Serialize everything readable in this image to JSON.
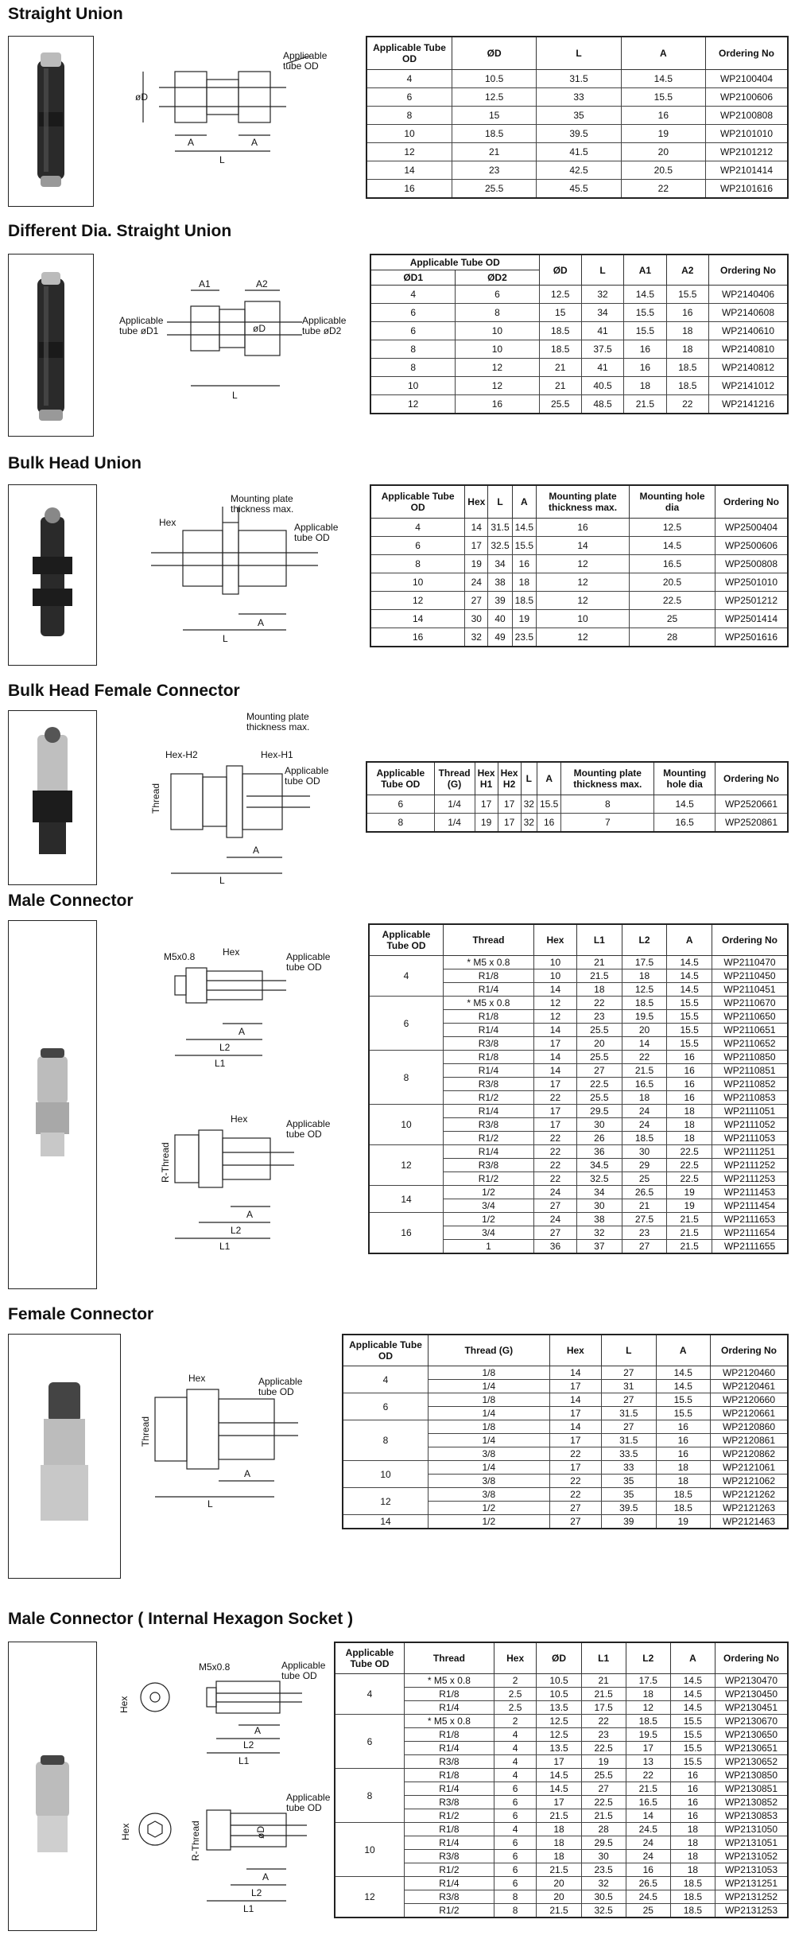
{
  "sections": [
    {
      "title": "Straight Union",
      "labels": {
        "tube": "Applicable\ntube OD",
        "d": "øD",
        "a": "A",
        "l": "L"
      },
      "headers": [
        "Applicable Tube OD",
        "ØD",
        "L",
        "A",
        "Ordering No"
      ],
      "rows": [
        [
          "4",
          "10.5",
          "31.5",
          "14.5",
          "WP2100404"
        ],
        [
          "6",
          "12.5",
          "33",
          "15.5",
          "WP2100606"
        ],
        [
          "8",
          "15",
          "35",
          "16",
          "WP2100808"
        ],
        [
          "10",
          "18.5",
          "39.5",
          "19",
          "WP2101010"
        ],
        [
          "12",
          "21",
          "41.5",
          "20",
          "WP2101212"
        ],
        [
          "14",
          "23",
          "42.5",
          "20.5",
          "WP2101414"
        ],
        [
          "16",
          "25.5",
          "45.5",
          "22",
          "WP2101616"
        ]
      ]
    },
    {
      "title": "Different Dia. Straight Union",
      "labels": {
        "d1": "Applicable\ntube  øD1",
        "d2": "Applicable\ntube  øD2",
        "a1": "A1",
        "a2": "A2",
        "d": "øD",
        "l": "L"
      },
      "group_header": "Applicable Tube OD",
      "headers": [
        "ØD1",
        "ØD2",
        "ØD",
        "L",
        "A1",
        "A2",
        "Ordering No"
      ],
      "rows": [
        [
          "4",
          "6",
          "12.5",
          "32",
          "14.5",
          "15.5",
          "WP2140406"
        ],
        [
          "6",
          "8",
          "15",
          "34",
          "15.5",
          "16",
          "WP2140608"
        ],
        [
          "6",
          "10",
          "18.5",
          "41",
          "15.5",
          "18",
          "WP2140610"
        ],
        [
          "8",
          "10",
          "18.5",
          "37.5",
          "16",
          "18",
          "WP2140810"
        ],
        [
          "8",
          "12",
          "21",
          "41",
          "16",
          "18.5",
          "WP2140812"
        ],
        [
          "10",
          "12",
          "21",
          "40.5",
          "18",
          "18.5",
          "WP2141012"
        ],
        [
          "12",
          "16",
          "25.5",
          "48.5",
          "21.5",
          "22",
          "WP2141216"
        ]
      ]
    },
    {
      "title": "Bulk Head Union",
      "labels": {
        "hex": "Hex",
        "plate": "Mounting plate\nthickness max.",
        "tube": "Applicable\ntube OD",
        "a": "A",
        "l": "L"
      },
      "headers": [
        "Applicable Tube OD",
        "Hex",
        "L",
        "A",
        "Mounting plate thickness max.",
        "Mounting hole dia",
        "Ordering No"
      ],
      "rows": [
        [
          "4",
          "14",
          "31.5",
          "14.5",
          "16",
          "12.5",
          "WP2500404"
        ],
        [
          "6",
          "17",
          "32.5",
          "15.5",
          "14",
          "14.5",
          "WP2500606"
        ],
        [
          "8",
          "19",
          "34",
          "16",
          "12",
          "16.5",
          "WP2500808"
        ],
        [
          "10",
          "24",
          "38",
          "18",
          "12",
          "20.5",
          "WP2501010"
        ],
        [
          "12",
          "27",
          "39",
          "18.5",
          "12",
          "22.5",
          "WP2501212"
        ],
        [
          "14",
          "30",
          "40",
          "19",
          "10",
          "25",
          "WP2501414"
        ],
        [
          "16",
          "32",
          "49",
          "23.5",
          "12",
          "28",
          "WP2501616"
        ]
      ]
    },
    {
      "title": "Bulk Head Female Connector",
      "labels": {
        "plate": "Mounting plate\nthickness max.",
        "hex2": "Hex-H2",
        "hex1": "Hex-H1",
        "tube": "Applicable\ntube OD",
        "thread": "Thread",
        "a": "A",
        "l": "L"
      },
      "headers": [
        "Applicable Tube OD",
        "Thread (G)",
        "Hex H1",
        "Hex H2",
        "L",
        "A",
        "Mounting plate thickness max.",
        "Mounting hole dia",
        "Ordering No"
      ],
      "rows": [
        [
          "6",
          "1/4",
          "17",
          "17",
          "32",
          "15.5",
          "8",
          "14.5",
          "WP2520661"
        ],
        [
          "8",
          "1/4",
          "19",
          "17",
          "32",
          "16",
          "7",
          "16.5",
          "WP2520861"
        ]
      ]
    },
    {
      "title": "Male Connector",
      "labels": {
        "m5": "M5x0.8",
        "hex": "Hex",
        "tube": "Applicable\ntube OD",
        "a": "A",
        "l2": "L2",
        "l1": "L1",
        "rthread": "R-Thread"
      },
      "headers": [
        "Applicable Tube OD",
        "Thread",
        "Hex",
        "L1",
        "L2",
        "A",
        "Ordering No"
      ],
      "groups": [
        {
          "od": "4",
          "rows": [
            [
              "* M5 x 0.8",
              "10",
              "21",
              "17.5",
              "14.5",
              "WP2110470"
            ],
            [
              "R1/8",
              "10",
              "21.5",
              "18",
              "14.5",
              "WP2110450"
            ],
            [
              "R1/4",
              "14",
              "18",
              "12.5",
              "14.5",
              "WP2110451"
            ]
          ]
        },
        {
          "od": "6",
          "rows": [
            [
              "* M5 x 0.8",
              "12",
              "22",
              "18.5",
              "15.5",
              "WP2110670"
            ],
            [
              "R1/8",
              "12",
              "23",
              "19.5",
              "15.5",
              "WP2110650"
            ],
            [
              "R1/4",
              "14",
              "25.5",
              "20",
              "15.5",
              "WP2110651"
            ],
            [
              "R3/8",
              "17",
              "20",
              "14",
              "15.5",
              "WP2110652"
            ]
          ]
        },
        {
          "od": "8",
          "rows": [
            [
              "R1/8",
              "14",
              "25.5",
              "22",
              "16",
              "WP2110850"
            ],
            [
              "R1/4",
              "14",
              "27",
              "21.5",
              "16",
              "WP2110851"
            ],
            [
              "R3/8",
              "17",
              "22.5",
              "16.5",
              "16",
              "WP2110852"
            ],
            [
              "R1/2",
              "22",
              "25.5",
              "18",
              "16",
              "WP2110853"
            ]
          ]
        },
        {
          "od": "10",
          "rows": [
            [
              "R1/4",
              "17",
              "29.5",
              "24",
              "18",
              "WP2111051"
            ],
            [
              "R3/8",
              "17",
              "30",
              "24",
              "18",
              "WP2111052"
            ],
            [
              "R1/2",
              "22",
              "26",
              "18.5",
              "18",
              "WP2111053"
            ]
          ]
        },
        {
          "od": "12",
          "rows": [
            [
              "R1/4",
              "22",
              "36",
              "30",
              "22.5",
              "WP2111251"
            ],
            [
              "R3/8",
              "22",
              "34.5",
              "29",
              "22.5",
              "WP2111252"
            ],
            [
              "R1/2",
              "22",
              "32.5",
              "25",
              "22.5",
              "WP2111253"
            ]
          ]
        },
        {
          "od": "14",
          "rows": [
            [
              "1/2",
              "24",
              "34",
              "26.5",
              "19",
              "WP2111453"
            ],
            [
              "3/4",
              "27",
              "30",
              "21",
              "19",
              "WP2111454"
            ]
          ]
        },
        {
          "od": "16",
          "rows": [
            [
              "1/2",
              "24",
              "38",
              "27.5",
              "21.5",
              "WP2111653"
            ],
            [
              "3/4",
              "27",
              "32",
              "23",
              "21.5",
              "WP2111654"
            ],
            [
              "1",
              "36",
              "37",
              "27",
              "21.5",
              "WP2111655"
            ]
          ]
        }
      ]
    },
    {
      "title": "Female Connector",
      "labels": {
        "hex": "Hex",
        "tube": "Applicable\ntube OD",
        "thread": "Thread",
        "a": "A",
        "l": "L"
      },
      "headers": [
        "Applicable Tube OD",
        "Thread (G)",
        "Hex",
        "L",
        "A",
        "Ordering No"
      ],
      "groups": [
        {
          "od": "4",
          "rows": [
            [
              "1/8",
              "14",
              "27",
              "14.5",
              "WP2120460"
            ],
            [
              "1/4",
              "17",
              "31",
              "14.5",
              "WP2120461"
            ]
          ]
        },
        {
          "od": "6",
          "rows": [
            [
              "1/8",
              "14",
              "27",
              "15.5",
              "WP2120660"
            ],
            [
              "1/4",
              "17",
              "31.5",
              "15.5",
              "WP2120661"
            ]
          ]
        },
        {
          "od": "8",
          "rows": [
            [
              "1/8",
              "14",
              "27",
              "16",
              "WP2120860"
            ],
            [
              "1/4",
              "17",
              "31.5",
              "16",
              "WP2120861"
            ],
            [
              "3/8",
              "22",
              "33.5",
              "16",
              "WP2120862"
            ]
          ]
        },
        {
          "od": "10",
          "rows": [
            [
              "1/4",
              "17",
              "33",
              "18",
              "WP2121061"
            ],
            [
              "3/8",
              "22",
              "35",
              "18",
              "WP2121062"
            ]
          ]
        },
        {
          "od": "12",
          "rows": [
            [
              "3/8",
              "22",
              "35",
              "18.5",
              "WP2121262"
            ],
            [
              "1/2",
              "27",
              "39.5",
              "18.5",
              "WP2121263"
            ]
          ]
        },
        {
          "od": "14",
          "rows": [
            [
              "1/2",
              "27",
              "39",
              "19",
              "WP2121463"
            ]
          ]
        }
      ]
    },
    {
      "title": "Male Connector ( Internal Hexagon Socket )",
      "labels": {
        "m5": "M5x0.8",
        "hex": "Hex",
        "tube": "Applicable\ntube OD",
        "a": "A",
        "l2": "L2",
        "l1": "L1",
        "rthread": "R-Thread",
        "d": "øD"
      },
      "headers": [
        "Applicable Tube OD",
        "Thread",
        "Hex",
        "ØD",
        "L1",
        "L2",
        "A",
        "Ordering No"
      ],
      "groups": [
        {
          "od": "4",
          "rows": [
            [
              "* M5 x 0.8",
              "2",
              "10.5",
              "21",
              "17.5",
              "14.5",
              "WP2130470"
            ],
            [
              "R1/8",
              "2.5",
              "10.5",
              "21.5",
              "18",
              "14.5",
              "WP2130450"
            ],
            [
              "R1/4",
              "2.5",
              "13.5",
              "17.5",
              "12",
              "14.5",
              "WP2130451"
            ]
          ]
        },
        {
          "od": "6",
          "rows": [
            [
              "* M5 x 0.8",
              "2",
              "12.5",
              "22",
              "18.5",
              "15.5",
              "WP2130670"
            ],
            [
              "R1/8",
              "4",
              "12.5",
              "23",
              "19.5",
              "15.5",
              "WP2130650"
            ],
            [
              "R1/4",
              "4",
              "13.5",
              "22.5",
              "17",
              "15.5",
              "WP2130651"
            ],
            [
              "R3/8",
              "4",
              "17",
              "19",
              "13",
              "15.5",
              "WP2130652"
            ]
          ]
        },
        {
          "od": "8",
          "rows": [
            [
              "R1/8",
              "4",
              "14.5",
              "25.5",
              "22",
              "16",
              "WP2130850"
            ],
            [
              "R1/4",
              "6",
              "14.5",
              "27",
              "21.5",
              "16",
              "WP2130851"
            ],
            [
              "R3/8",
              "6",
              "17",
              "22.5",
              "16.5",
              "16",
              "WP2130852"
            ],
            [
              "R1/2",
              "6",
              "21.5",
              "21.5",
              "14",
              "16",
              "WP2130853"
            ]
          ]
        },
        {
          "od": "10",
          "rows": [
            [
              "R1/8",
              "4",
              "18",
              "28",
              "24.5",
              "18",
              "WP2131050"
            ],
            [
              "R1/4",
              "6",
              "18",
              "29.5",
              "24",
              "18",
              "WP2131051"
            ],
            [
              "R3/8",
              "6",
              "18",
              "30",
              "24",
              "18",
              "WP2131052"
            ],
            [
              "R1/2",
              "6",
              "21.5",
              "23.5",
              "16",
              "18",
              "WP2131053"
            ]
          ]
        },
        {
          "od": "12",
          "rows": [
            [
              "R1/4",
              "6",
              "20",
              "32",
              "26.5",
              "18.5",
              "WP2131251"
            ],
            [
              "R3/8",
              "8",
              "20",
              "30.5",
              "24.5",
              "18.5",
              "WP2131252"
            ],
            [
              "R1/2",
              "8",
              "21.5",
              "32.5",
              "25",
              "18.5",
              "WP2131253"
            ]
          ]
        }
      ]
    }
  ]
}
